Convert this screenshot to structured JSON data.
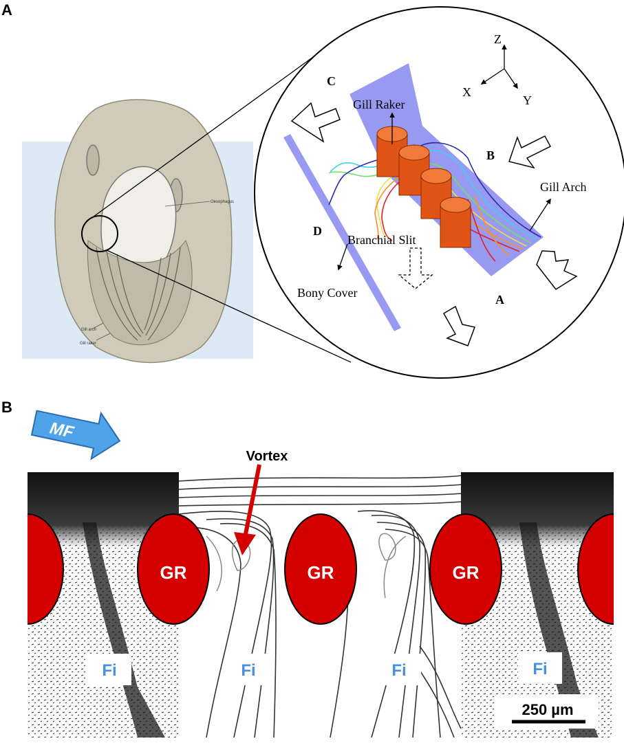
{
  "panel_a": {
    "panel_label": "A",
    "inset_labels": {
      "oesophagus": "Oesophagus",
      "gill_arch": "Gill arch",
      "gill_raker": "Gill raker"
    },
    "axes": {
      "z": "Z",
      "x": "X",
      "y": "Y"
    },
    "flow_letters": {
      "a": "A",
      "b": "B",
      "c": "C",
      "d": "D"
    },
    "structure_labels": {
      "gill_raker": "Gill Raker",
      "gill_arch": "Gill Arch",
      "branchial_slit": "Branchial Slit",
      "bony_cover": "Bony Cover"
    }
  },
  "panel_b": {
    "panel_label": "B",
    "flow_arrow_label": "MF",
    "vortex_label": "Vortex",
    "raker_label": "GR",
    "filtrate_label": "Fi",
    "scale_bar_label": "250 µm"
  },
  "colors": {
    "raker_red": "#d40000",
    "plane_blue": "#8d8ff0",
    "mf_arrow": "#4fa3e8",
    "fi_text": "#4a90e2",
    "raker_orange": "#e05516"
  }
}
